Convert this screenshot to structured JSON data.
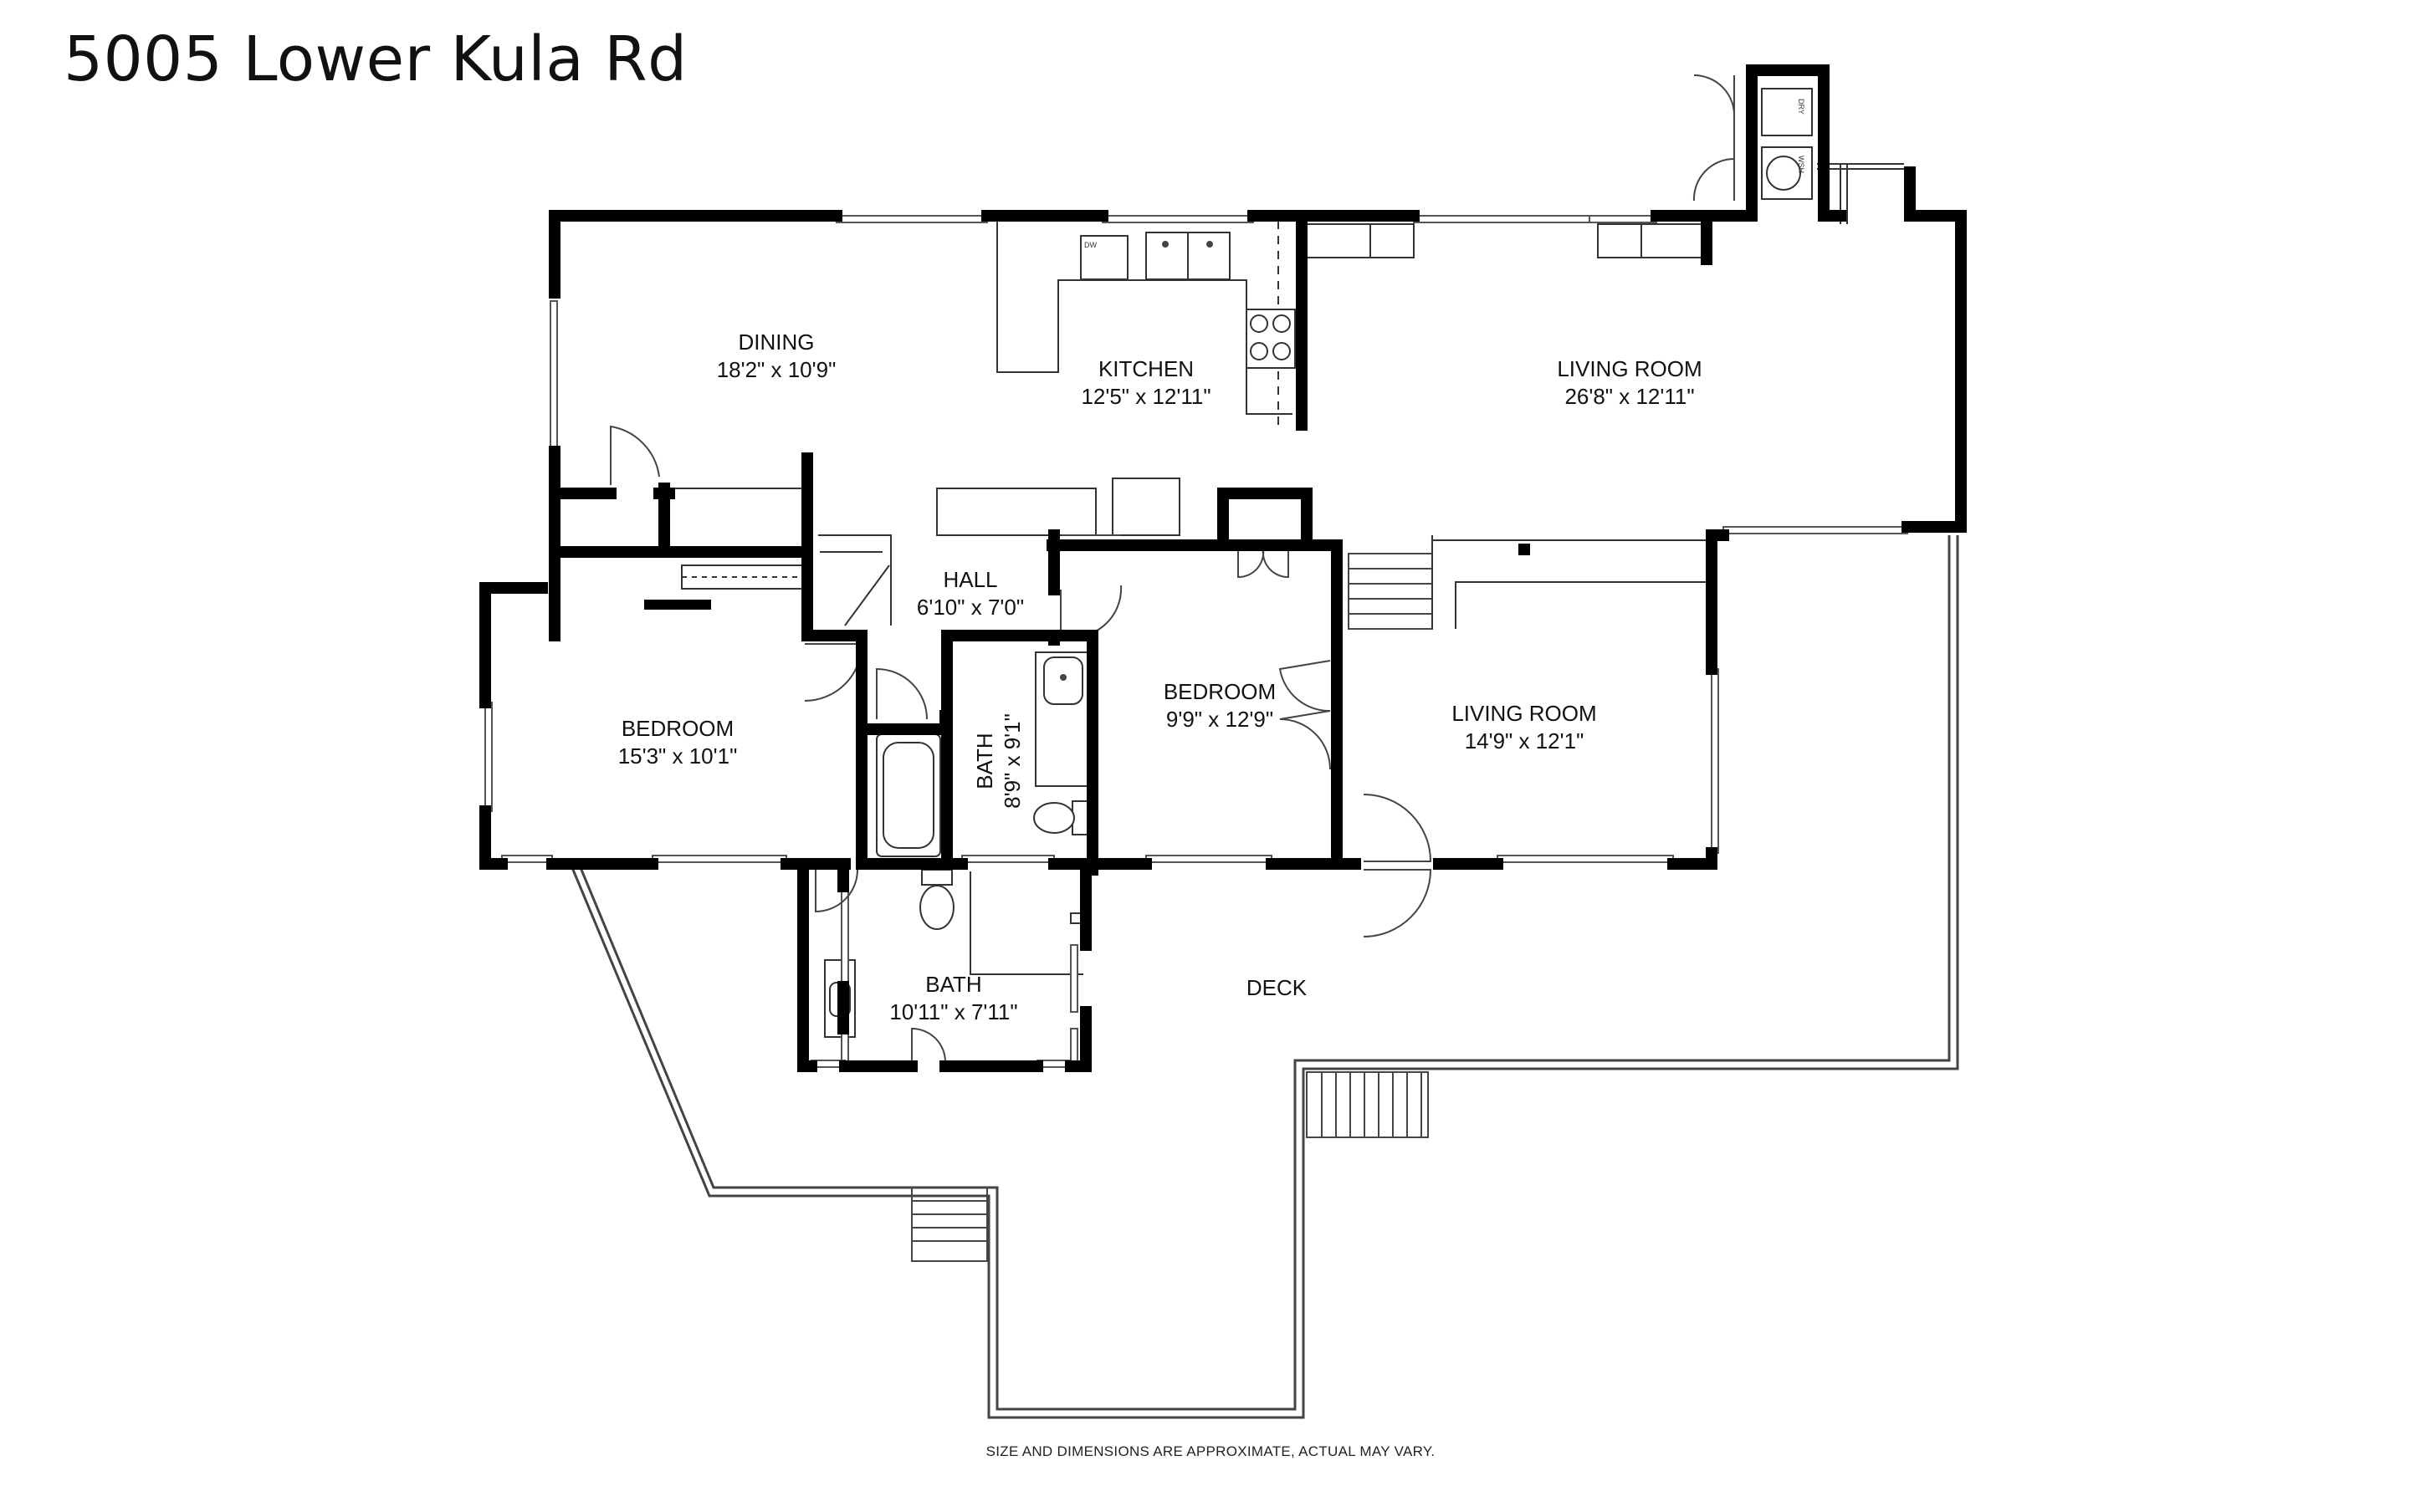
{
  "title": "5005 Lower Kula Rd",
  "rooms": [
    {
      "name": "DINING",
      "size": "18'2\" x 10'9\""
    },
    {
      "name": "KITCHEN",
      "size": "12'5\" x 12'11\""
    },
    {
      "name": "LIVING ROOM",
      "size": "26'8\" x 12'11\""
    },
    {
      "name": "HALL",
      "size": "6'10\" x 7'0\""
    },
    {
      "name": "BEDROOM",
      "size": "15'3\" x 10'1\""
    },
    {
      "name": "BATH",
      "size": "8'9\" x 9'1\""
    },
    {
      "name": "BEDROOM",
      "size": "9'9\" x 12'9\""
    },
    {
      "name": "LIVING ROOM",
      "size": "14'9\" x 12'1\""
    },
    {
      "name": "BATH",
      "size": "10'11\" x 7'11\""
    }
  ],
  "deck_label": "DECK",
  "appliance_labels": {
    "dishwasher": "DW",
    "dryer": "DRY",
    "washer": "WSH"
  },
  "disclaimer": "SIZE AND DIMENSIONS ARE APPROXIMATE, ACTUAL MAY VARY.",
  "colors": {
    "walls": "#000000",
    "lines": "#444444",
    "background": "#ffffff"
  }
}
